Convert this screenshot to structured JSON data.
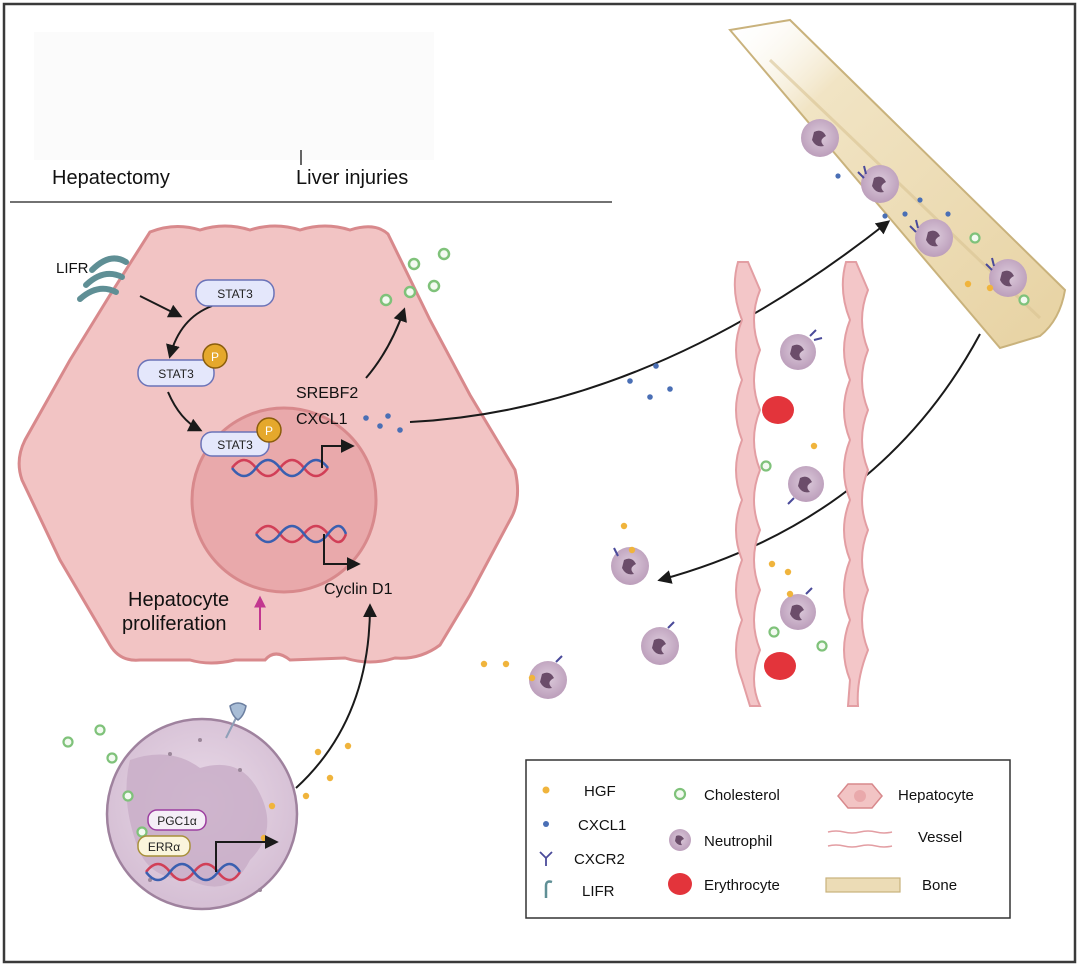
{
  "header": {
    "left_label": "Hepatectomy",
    "right_label": "Liver injuries"
  },
  "hepatocyte": {
    "receptor_label": "LIFR",
    "stat3_label": "STAT3",
    "phospho_label": "P",
    "genes_label_1": "SREBF2",
    "genes_label_2": "CXCL1",
    "cyclin_label": "Cyclin D1",
    "proliferation_label_1": "Hepatocyte",
    "proliferation_label_2": "proliferation"
  },
  "neutrophil_detail": {
    "pgc1a_label": "PGC1α",
    "erra_label": "ERRα"
  },
  "legend": {
    "items": [
      {
        "label": "HGF",
        "icon": "hgf-dot"
      },
      {
        "label": "CXCL1",
        "icon": "cxcl1-dot"
      },
      {
        "label": "CXCR2",
        "icon": "cxcr2-receptor"
      },
      {
        "label": "LIFR",
        "icon": "lifr-receptor"
      },
      {
        "label": "Cholesterol",
        "icon": "cholesterol-ring"
      },
      {
        "label": "Neutrophil",
        "icon": "neutrophil-cell"
      },
      {
        "label": "Erythrocyte",
        "icon": "erythrocyte-cell"
      },
      {
        "label": "Hepatocyte",
        "icon": "hepatocyte-cell"
      },
      {
        "label": "Vessel",
        "icon": "vessel-lines"
      },
      {
        "label": "Bone",
        "icon": "bone-bar"
      }
    ]
  },
  "colors": {
    "hepatocyte_fill": "#f2c4c4",
    "hepatocyte_stroke": "#d8898c",
    "nucleus_fill": "#e9a9ab",
    "stat3_fill": "#e4e7fb",
    "phospho_fill": "#e5a82c",
    "hgf": "#f0b43c",
    "cxcl1": "#4a6fb5",
    "cholesterol_stroke": "#7fc27a",
    "neutrophil_fill": "#cdb6cc",
    "erythrocyte": "#e3343b",
    "bone": "#ecdcb6",
    "vessel": "#f3c6c8",
    "proliferation_arrow": "#c2378f"
  }
}
